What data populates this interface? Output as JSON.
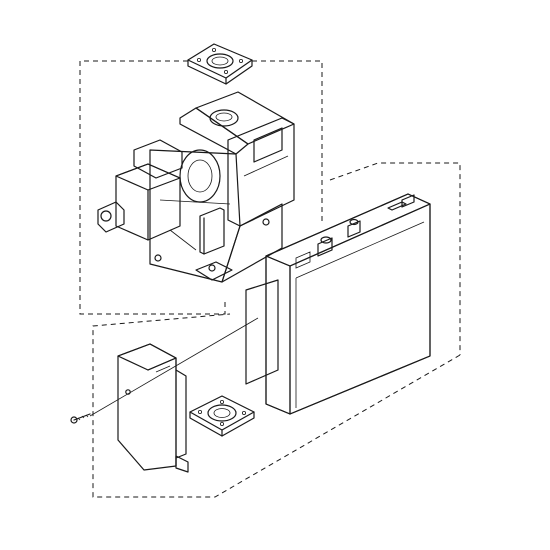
{
  "diagram": {
    "kind": "exploded-parts-view",
    "colors": {
      "background": "#ffffff",
      "line": "#1a1a1a",
      "valve_body": "#f08c1c",
      "valve_shadow": "#d06e0a",
      "valve_highlight": "#f7a640",
      "casing_white": "#ffffff",
      "casing_shade": "#ededed"
    },
    "parts": [
      {
        "name": "top-gasket",
        "icon": "square-gasket-icon"
      },
      {
        "name": "gas-valve",
        "icon": "gas-valve-icon"
      },
      {
        "name": "control-module-casing",
        "icon": "enclosure-box-icon"
      },
      {
        "name": "mounting-bracket",
        "icon": "bracket-icon"
      },
      {
        "name": "screw",
        "icon": "screw-icon"
      },
      {
        "name": "bottom-gasket",
        "icon": "square-gasket-icon"
      }
    ]
  }
}
